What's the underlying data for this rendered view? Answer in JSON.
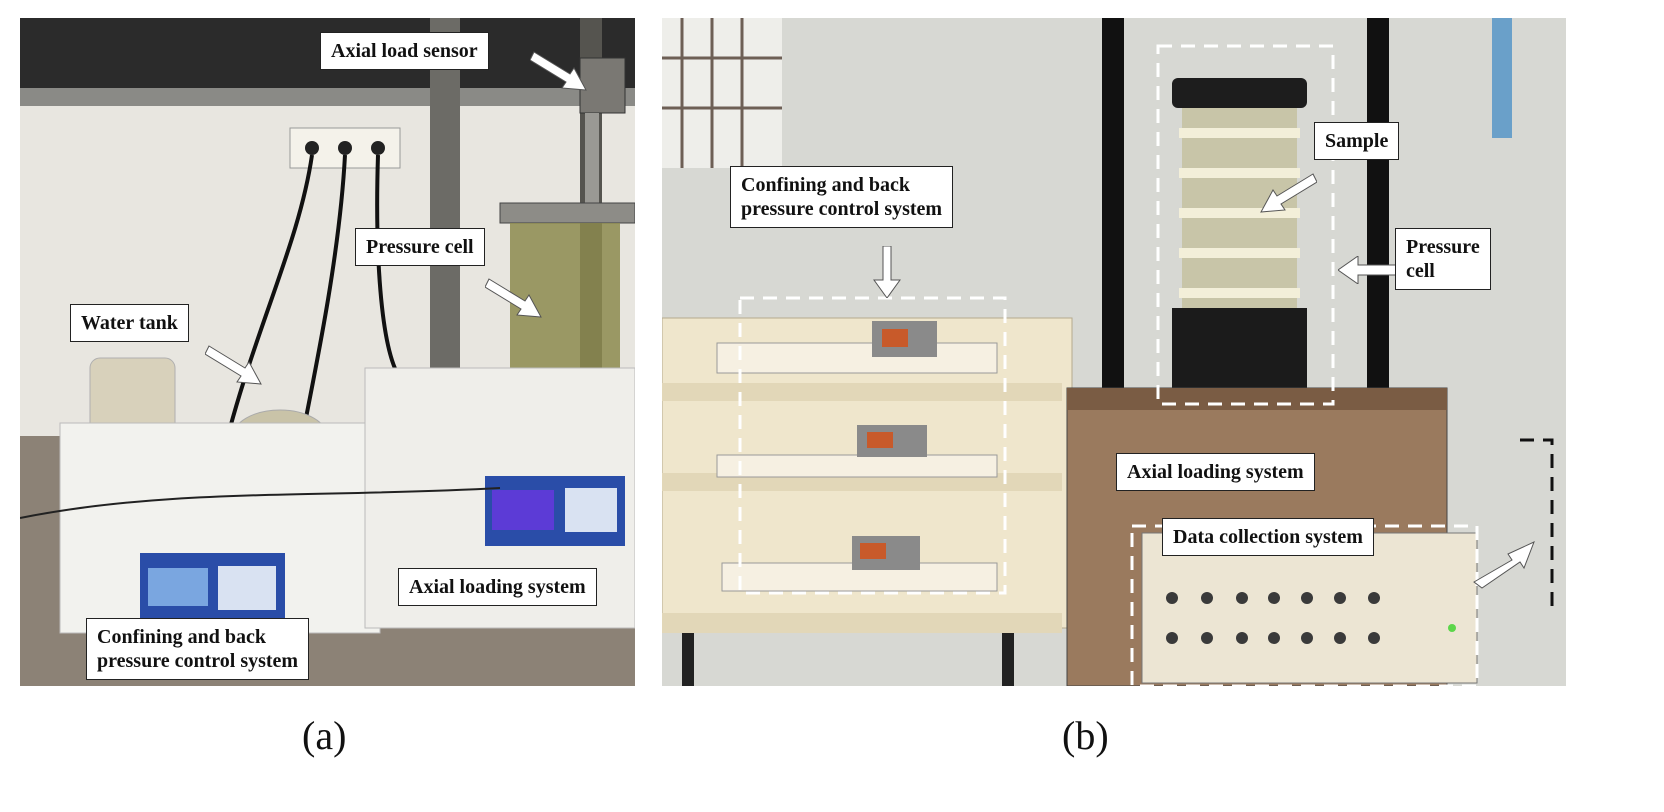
{
  "panels": [
    {
      "id": "a",
      "caption": "(a)",
      "labels": {
        "axial_load_sensor": "Axial load sensor",
        "pressure_cell": "Pressure cell",
        "water_tank": "Water tank",
        "axial_loading_system": "Axial loading system",
        "confining_back_pressure": "Confining and back\npressure control system"
      }
    },
    {
      "id": "b",
      "caption": "(b)",
      "labels": {
        "confining_back_pressure": "Confining and back\npressure control system",
        "sample": "Sample",
        "pressure_cell": "Pressure\ncell",
        "axial_loading_system": "Axial loading system",
        "data_collection_system": "Data collection system"
      }
    }
  ],
  "colors": {
    "label_border": "#222222",
    "arrow_fill": "#ffffff",
    "dashed_box": "#ffffff",
    "dashed_box_dark": "#111111"
  }
}
